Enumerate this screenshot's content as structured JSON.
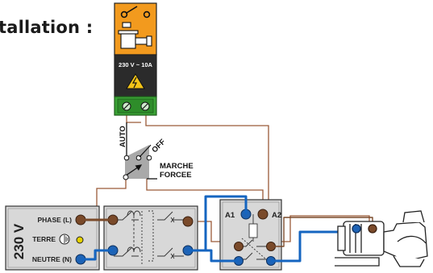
{
  "heading": "tallation :",
  "timer": {
    "rating": "230 V ~ 10A"
  },
  "selector": {
    "auto_label": "AUTO",
    "off_label": "OFF",
    "marche_label": "MARCHE",
    "forcee_label": "FORCEE"
  },
  "supply": {
    "voltage": "230 V",
    "phase_label": "PHASE (L)",
    "terre_label": "TERRE",
    "neutre_label": "NEUTRE (N)"
  },
  "contactor": {
    "coil_a1": "A1",
    "coil_a2": "A2"
  },
  "colors": {
    "phase_wire": "#8b4a2b",
    "neutral_wire": "#1565c0",
    "timer_orange": "#f29a1e",
    "timer_body": "#2b2b2b",
    "terminal_green": "#3aa335",
    "selector_grey": "#9e9e9e",
    "earth_yellow": "#e6d200"
  }
}
